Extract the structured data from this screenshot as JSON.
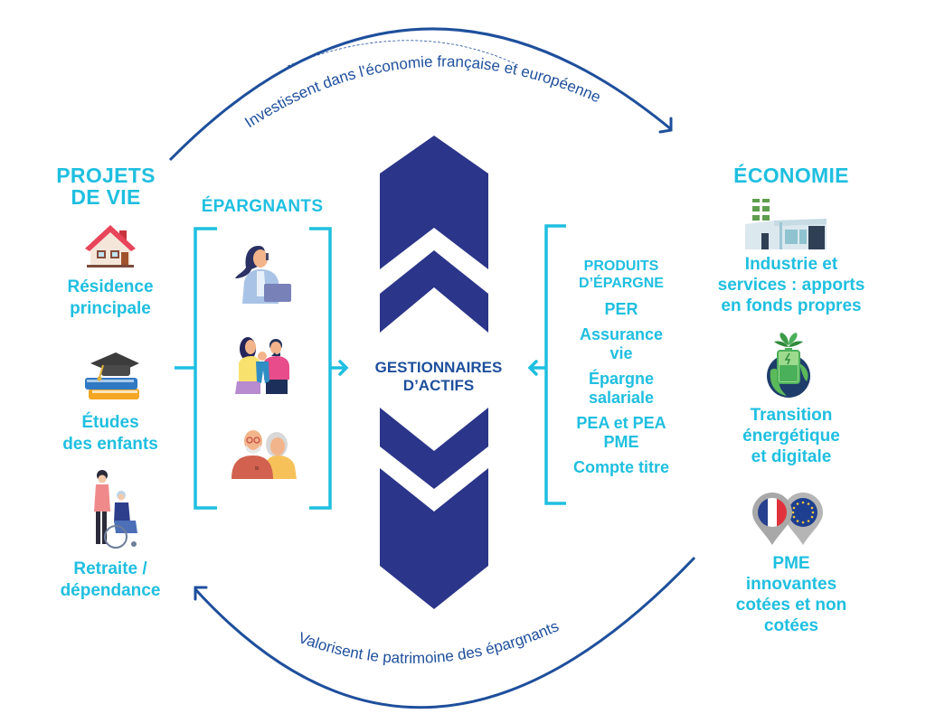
{
  "colors": {
    "accent_cyan": "#1fbfe0",
    "navy_text": "#1e4f9c",
    "chevron_navy": "#2b3589"
  },
  "arcs": {
    "top": "Investissent dans l'économie française et européenne",
    "bottom": "Valorisent le patrimoine des épargnants"
  },
  "left": {
    "title_line1": "PROJETS",
    "title_line2": "DE VIE",
    "items": [
      {
        "icon": "house-icon",
        "line1": "Résidence",
        "line2": "principale"
      },
      {
        "icon": "graduation-books-icon",
        "line1": "Études",
        "line2": "des enfants"
      },
      {
        "icon": "wheelchair-caregiver-icon",
        "line1": "Retraite /",
        "line2": "dépendance"
      }
    ]
  },
  "savers": {
    "title": "ÉPARGNANTS",
    "people": [
      "woman-on-phone-icon",
      "family-icon",
      "elderly-couple-icon"
    ]
  },
  "center": {
    "line1": "GESTIONNAIRES",
    "line2": "D’ACTIFS"
  },
  "products": {
    "title_line1": "PRODUITS",
    "title_line2": "D’ÉPARGNE",
    "items": [
      {
        "line1": "PER",
        "line2": ""
      },
      {
        "line1": "Assurance",
        "line2": "vie"
      },
      {
        "line1": "Épargne",
        "line2": "salariale"
      },
      {
        "line1": "PEA et PEA",
        "line2": "PME"
      },
      {
        "line1": "Compte titre",
        "line2": ""
      }
    ]
  },
  "economy": {
    "title": "ÉCONOMIE",
    "items": [
      {
        "icon": "factory-icon",
        "bold1": "Industrie et",
        "bold2": "services :",
        "rest2": " apports",
        "line3": "en fonds propres"
      },
      {
        "icon": "green-globe-battery-icon",
        "line1": "Transition",
        "line2": "énergétique",
        "line3": "et digitale"
      },
      {
        "icon": "france-eu-pins-icon",
        "line1": "PME",
        "line2": "innovantes",
        "line3": "cotées et non",
        "line4": "cotées"
      }
    ]
  }
}
